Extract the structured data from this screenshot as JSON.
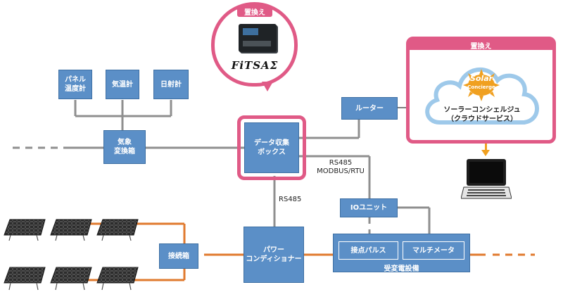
{
  "colors": {
    "box": "#5b8fc7",
    "box_border": "#3d6fa3",
    "line": "#8f8f8f",
    "power_line": "#e07a2e",
    "highlight": "#e05a86",
    "cloud": "#9ec9ea",
    "arrow": "#f0a020"
  },
  "replace_label_top": "置換え",
  "replace_label_cloud": "置換え",
  "product_name": "FiTSAΣ",
  "sensors": [
    "パネル\n温度計",
    "気温計",
    "日射計"
  ],
  "weather_box": "気象\n変換箱",
  "data_box": "データ収集\nボックス",
  "router": "ルーター",
  "cloud_logo_top": "Solar",
  "cloud_logo_bottom": "Concierge",
  "cloud_service": "ソーラーコンシェルジュ\n（クラウドサービス）",
  "rs485_modbus": "RS485\nMODBUS/RTU",
  "rs485": "RS485",
  "io_unit": "IOユニット",
  "contact_pulse": "接点パルス",
  "multimeter": "マルチメータ",
  "substation": "受変電設備",
  "junction": "接続箱",
  "power_conditioner": "パワー\nコンディショナー"
}
